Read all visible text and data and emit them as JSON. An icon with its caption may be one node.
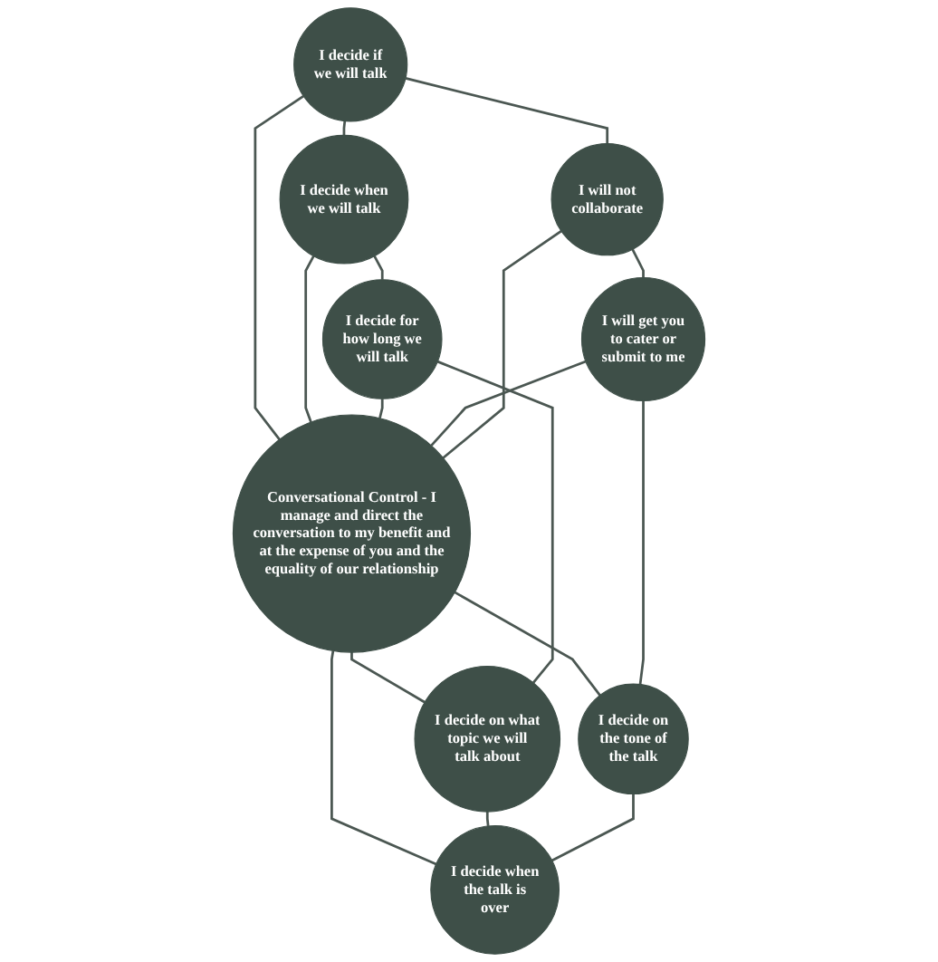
{
  "diagram": {
    "nodes": [
      {
        "text": [
          "Conversational Control - I manage and direct the conversation to my benefit and at the expense of you and the equality of our relationship"
        ]
      },
      {
        "text": [
          "I decide if we will talk"
        ]
      },
      {
        "text": [
          "I decide when we will talk"
        ]
      },
      {
        "text": [
          "I decide for how long we will talk"
        ]
      },
      {
        "text": [
          "I decide on what topic we will talk about"
        ]
      },
      {
        "text": [
          "I decide when the talk is over"
        ]
      },
      {
        "text": [
          "I decide on the tone of the talk"
        ]
      },
      {
        "text": [
          "I will get you to cater or submit to me"
        ]
      },
      {
        "text": [
          "I will not collaborate"
        ]
      }
    ],
    "edges": [
      {
        "from": 1,
        "to": 0,
        "arrow": "none"
      },
      {
        "from": 2,
        "to": 0,
        "arrow": "none"
      },
      {
        "from": 3,
        "to": 0,
        "arrow": "none"
      },
      {
        "from": 0,
        "to": 4,
        "arrow": "none"
      },
      {
        "from": 0,
        "to": 5,
        "arrow": "none"
      },
      {
        "from": 0,
        "to": 6,
        "arrow": "none"
      },
      {
        "from": 7,
        "to": 0,
        "arrow": "none"
      },
      {
        "from": 8,
        "to": 0,
        "arrow": "none"
      },
      {
        "from": 1,
        "to": 2,
        "arrow": "none"
      },
      {
        "from": 2,
        "to": 3,
        "arrow": "none"
      },
      {
        "from": 3,
        "to": 4,
        "arrow": "none"
      },
      {
        "from": 4,
        "to": 5,
        "arrow": "none"
      },
      {
        "from": 6,
        "to": 5,
        "arrow": "none"
      },
      {
        "from": 7,
        "to": 6,
        "arrow": "none"
      },
      {
        "from": 8,
        "to": 7,
        "arrow": "none"
      },
      {
        "from": 1,
        "to": 8,
        "arrow": "none"
      }
    ]
  }
}
